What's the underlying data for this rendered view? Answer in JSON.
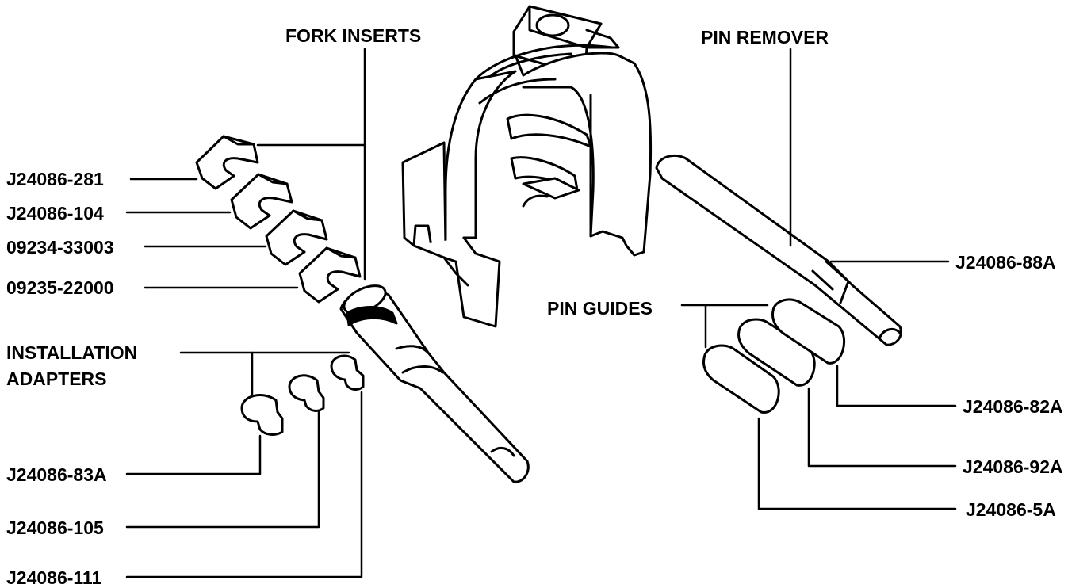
{
  "headings": {
    "fork_inserts": "FORK INSERTS",
    "pin_remover": "PIN REMOVER",
    "pin_guides": "PIN GUIDES",
    "installation_adapters": [
      "INSTALLATION",
      "ADAPTERS"
    ]
  },
  "parts": {
    "fork_inserts": [
      "J24086-281",
      "J24086-104",
      "09234-33003",
      "09235-22000"
    ],
    "installation_adapters": [
      "J24086-83A",
      "J24086-105",
      "J24086-111"
    ],
    "pin_remover": "J24086-88A",
    "pin_guides": [
      "J24086-82A",
      "J24086-92A",
      "J24086-5A"
    ]
  },
  "colors": {
    "ink": "#000000",
    "paper": "#ffffff"
  }
}
